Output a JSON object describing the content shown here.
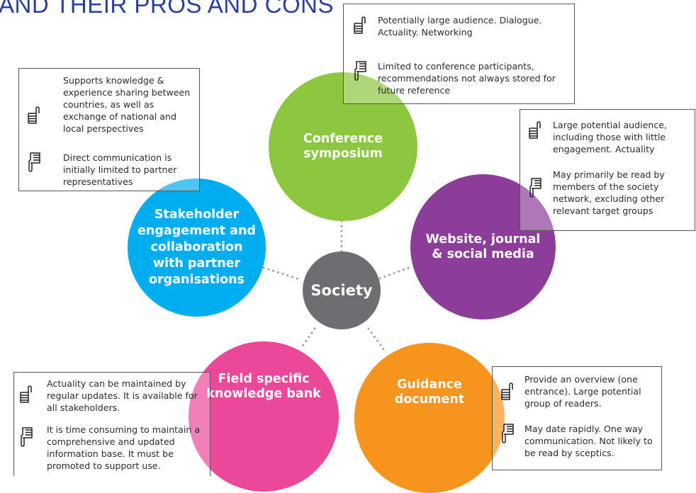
{
  "title": "AND THEIR PROS AND CONS",
  "center": {
    "label": "Society",
    "color": "#6d6e71"
  },
  "channels": {
    "conference": {
      "label_line1": "Conference",
      "label_line2": "symposium",
      "color": "#8dc63f",
      "pro": "Potentially large audience. Dialogue. Actuality. Networking",
      "con": "Limited to conference participants, recommendations not always stored for future reference"
    },
    "website": {
      "label_line1": "Website, journal",
      "label_line2": "& social media",
      "color": "#8c3d99",
      "pro": "Large potential audience, including those with little engagement. Actuality",
      "con": "May primarily be read by members of the society network, excluding other relevant target groups"
    },
    "stakeholder": {
      "label_line1": "Stakeholder",
      "label_line2": "engagement and",
      "label_line3": "collaboration",
      "label_line4": "with partner",
      "label_line5": "organisations",
      "color": "#00aeef",
      "pro": "Supports knowledge & experience sharing between countries, as well as exchange of national and local perspectives",
      "con": "Direct communication is initially limited to partner representatives"
    },
    "knowledge_bank": {
      "label_line1": "Field specific",
      "label_line2": "knowledge bank",
      "color": "#ec4899",
      "pro": "Actuality can be maintained by regular updates. It is available for all stakeholders.",
      "con": "It is time consuming to maintain a comprehensive and updated information base. It must be promoted to support use."
    },
    "guidance": {
      "label_line1": "Guidance",
      "label_line2": "document",
      "color": "#f7941d",
      "pro": "Provide an overview (one entrance). Large potential group of readers.",
      "con": "May date rapidly. One way communication. Not likely to be read by sceptics."
    }
  },
  "icons": {
    "pro": "thumbs-up-icon",
    "con": "thumbs-down-icon"
  }
}
